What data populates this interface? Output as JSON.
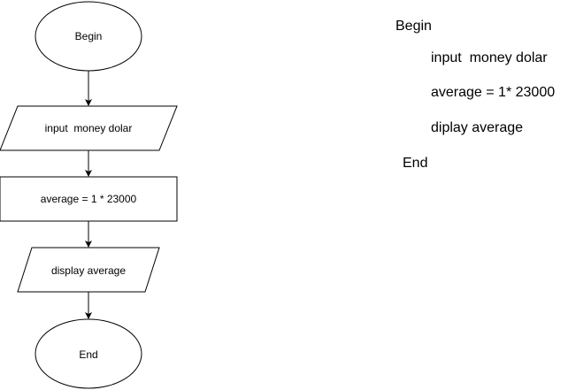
{
  "flowchart": {
    "start_label": "Begin",
    "input_label": "input  money dolar",
    "process_label": "average = 1 * 23000",
    "output_label": "display average",
    "end_label": "End"
  },
  "pseudocode": {
    "begin": "Begin",
    "input": "input  money dolar",
    "average": "average = 1* 23000",
    "display": "diplay average",
    "end": "End"
  }
}
